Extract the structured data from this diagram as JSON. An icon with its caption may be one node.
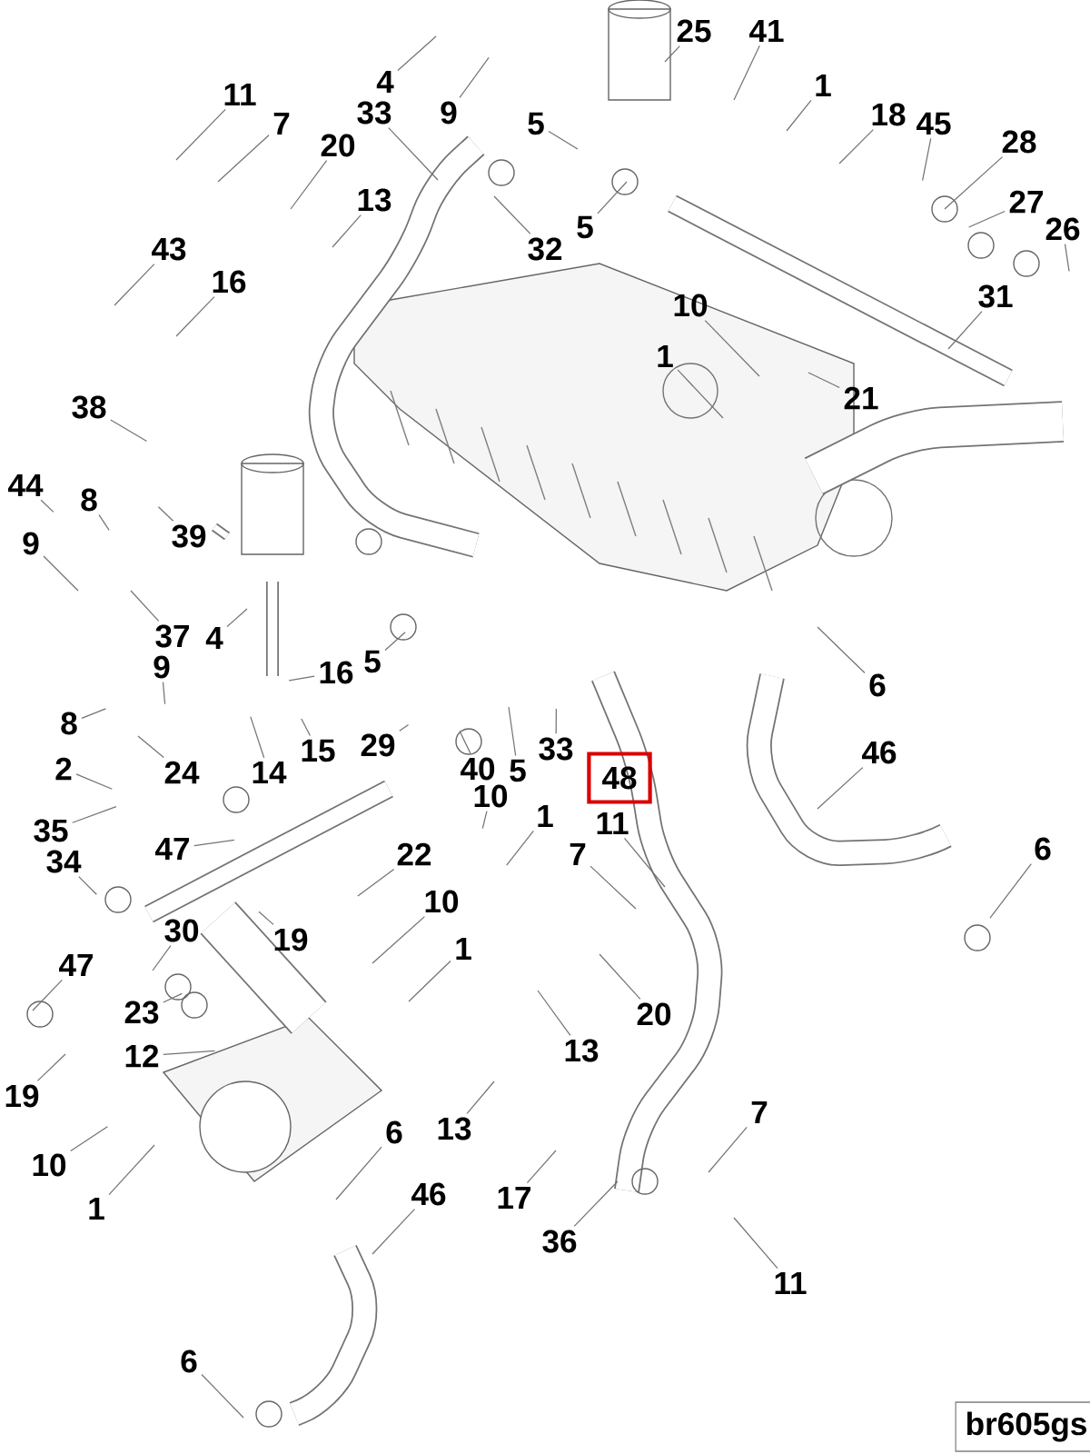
{
  "diagram": {
    "nodes": [
      {
        "text": [
          "4"
        ]
      },
      {
        "text": [
          "25"
        ]
      },
      {
        "text": [
          "41"
        ]
      },
      {
        "text": [
          "11"
        ]
      },
      {
        "text": [
          "9"
        ]
      },
      {
        "text": [
          "1"
        ]
      },
      {
        "text": [
          "7"
        ]
      },
      {
        "text": [
          "18"
        ]
      },
      {
        "text": [
          "45"
        ]
      },
      {
        "text": [
          "33"
        ]
      },
      {
        "text": [
          "20"
        ]
      },
      {
        "text": [
          "5"
        ]
      },
      {
        "text": [
          "28"
        ]
      },
      {
        "text": [
          "13"
        ]
      },
      {
        "text": [
          "43"
        ]
      },
      {
        "text": [
          "5"
        ]
      },
      {
        "text": [
          "32"
        ]
      },
      {
        "text": [
          "27"
        ]
      },
      {
        "text": [
          "26"
        ]
      },
      {
        "text": [
          "16"
        ]
      },
      {
        "text": [
          "10"
        ]
      },
      {
        "text": [
          "1"
        ]
      },
      {
        "text": [
          "31"
        ]
      },
      {
        "text": [
          "21"
        ]
      },
      {
        "text": [
          "38"
        ]
      },
      {
        "text": [
          "44"
        ]
      },
      {
        "text": [
          "8"
        ]
      },
      {
        "text": [
          "39"
        ]
      },
      {
        "text": [
          "9"
        ]
      },
      {
        "text": [
          "37"
        ]
      },
      {
        "text": [
          "4"
        ]
      },
      {
        "text": [
          "5"
        ]
      },
      {
        "text": [
          "6"
        ]
      },
      {
        "text": [
          "9"
        ]
      },
      {
        "text": [
          "16"
        ]
      },
      {
        "text": [
          "8"
        ]
      },
      {
        "text": [
          "24"
        ]
      },
      {
        "text": [
          "15"
        ]
      },
      {
        "text": [
          "14"
        ]
      },
      {
        "text": [
          "29"
        ]
      },
      {
        "text": [
          "40"
        ]
      },
      {
        "text": [
          "5"
        ]
      },
      {
        "text": [
          "33"
        ]
      },
      {
        "text": [
          "48"
        ]
      },
      {
        "text": [
          "2"
        ]
      },
      {
        "text": [
          "10"
        ]
      },
      {
        "text": [
          "46"
        ]
      },
      {
        "text": [
          "35"
        ]
      },
      {
        "text": [
          "34"
        ]
      },
      {
        "text": [
          "47"
        ]
      },
      {
        "text": [
          "22"
        ]
      },
      {
        "text": [
          "1"
        ]
      },
      {
        "text": [
          "10"
        ]
      },
      {
        "text": [
          "11"
        ]
      },
      {
        "text": [
          "7"
        ]
      },
      {
        "text": [
          "6"
        ]
      },
      {
        "text": [
          "30"
        ]
      },
      {
        "text": [
          "19"
        ]
      },
      {
        "text": [
          "1"
        ]
      },
      {
        "text": [
          "47"
        ]
      },
      {
        "text": [
          "23"
        ]
      },
      {
        "text": [
          "20"
        ]
      },
      {
        "text": [
          "12"
        ]
      },
      {
        "text": [
          "13"
        ]
      },
      {
        "text": [
          "19"
        ]
      },
      {
        "text": [
          "6"
        ]
      },
      {
        "text": [
          "13"
        ]
      },
      {
        "text": [
          "7"
        ]
      },
      {
        "text": [
          "10"
        ]
      },
      {
        "text": [
          "17"
        ]
      },
      {
        "text": [
          "46"
        ]
      },
      {
        "text": [
          "1"
        ]
      },
      {
        "text": [
          "36"
        ]
      },
      {
        "text": [
          "11"
        ]
      },
      {
        "text": [
          "6"
        ]
      },
      {
        "text": [
          "br605gs"
        ]
      }
    ],
    "edges": [
      {
        "from": 0,
        "to": null,
        "arrow": "none"
      },
      {
        "from": 1,
        "to": null,
        "arrow": "none"
      },
      {
        "from": 2,
        "to": null,
        "arrow": "none"
      },
      {
        "from": 3,
        "to": null,
        "arrow": "none"
      },
      {
        "from": 4,
        "to": null,
        "arrow": "none"
      },
      {
        "from": 5,
        "to": null,
        "arrow": "none"
      },
      {
        "from": 6,
        "to": null,
        "arrow": "none"
      },
      {
        "from": 7,
        "to": null,
        "arrow": "none"
      },
      {
        "from": 8,
        "to": null,
        "arrow": "none"
      },
      {
        "from": 9,
        "to": null,
        "arrow": "none"
      },
      {
        "from": 10,
        "to": null,
        "arrow": "none"
      },
      {
        "from": 11,
        "to": null,
        "arrow": "none"
      },
      {
        "from": 12,
        "to": null,
        "arrow": "none"
      },
      {
        "from": 13,
        "to": null,
        "arrow": "none"
      },
      {
        "from": 14,
        "to": null,
        "arrow": "none"
      },
      {
        "from": 15,
        "to": null,
        "arrow": "none"
      },
      {
        "from": 16,
        "to": null,
        "arrow": "none"
      },
      {
        "from": 17,
        "to": null,
        "arrow": "none"
      },
      {
        "from": 18,
        "to": null,
        "arrow": "none"
      },
      {
        "from": 19,
        "to": null,
        "arrow": "none"
      },
      {
        "from": 20,
        "to": null,
        "arrow": "none"
      },
      {
        "from": 21,
        "to": null,
        "arrow": "none"
      },
      {
        "from": 22,
        "to": null,
        "arrow": "none"
      },
      {
        "from": 23,
        "to": null,
        "arrow": "none"
      },
      {
        "from": 24,
        "to": null,
        "arrow": "none"
      },
      {
        "from": 25,
        "to": null,
        "arrow": "none"
      },
      {
        "from": 26,
        "to": null,
        "arrow": "none"
      },
      {
        "from": 27,
        "to": null,
        "arrow": "none"
      },
      {
        "from": 28,
        "to": null,
        "arrow": "none"
      },
      {
        "from": 29,
        "to": null,
        "arrow": "none"
      },
      {
        "from": 30,
        "to": null,
        "arrow": "none"
      },
      {
        "from": 31,
        "to": null,
        "arrow": "none"
      },
      {
        "from": 32,
        "to": null,
        "arrow": "none"
      },
      {
        "from": 33,
        "to": null,
        "arrow": "none"
      },
      {
        "from": 34,
        "to": null,
        "arrow": "none"
      },
      {
        "from": 35,
        "to": null,
        "arrow": "none"
      },
      {
        "from": 36,
        "to": null,
        "arrow": "none"
      },
      {
        "from": 37,
        "to": null,
        "arrow": "none"
      },
      {
        "from": 38,
        "to": null,
        "arrow": "none"
      },
      {
        "from": 39,
        "to": null,
        "arrow": "none"
      },
      {
        "from": 40,
        "to": null,
        "arrow": "none"
      },
      {
        "from": 41,
        "to": null,
        "arrow": "none"
      },
      {
        "from": 42,
        "to": null,
        "arrow": "none"
      },
      {
        "from": 44,
        "to": null,
        "arrow": "none"
      },
      {
        "from": 45,
        "to": null,
        "arrow": "none"
      },
      {
        "from": 46,
        "to": null,
        "arrow": "none"
      },
      {
        "from": 47,
        "to": null,
        "arrow": "none"
      },
      {
        "from": 48,
        "to": null,
        "arrow": "none"
      },
      {
        "from": 49,
        "to": null,
        "arrow": "none"
      },
      {
        "from": 50,
        "to": null,
        "arrow": "none"
      },
      {
        "from": 51,
        "to": null,
        "arrow": "none"
      },
      {
        "from": 52,
        "to": null,
        "arrow": "none"
      },
      {
        "from": 53,
        "to": null,
        "arrow": "none"
      },
      {
        "from": 54,
        "to": null,
        "arrow": "none"
      },
      {
        "from": 55,
        "to": null,
        "arrow": "none"
      },
      {
        "from": 56,
        "to": null,
        "arrow": "none"
      },
      {
        "from": 57,
        "to": null,
        "arrow": "none"
      },
      {
        "from": 58,
        "to": null,
        "arrow": "none"
      },
      {
        "from": 59,
        "to": null,
        "arrow": "none"
      },
      {
        "from": 60,
        "to": null,
        "arrow": "none"
      },
      {
        "from": 61,
        "to": null,
        "arrow": "none"
      },
      {
        "from": 62,
        "to": null,
        "arrow": "none"
      },
      {
        "from": 63,
        "to": null,
        "arrow": "none"
      },
      {
        "from": 64,
        "to": null,
        "arrow": "none"
      },
      {
        "from": 65,
        "to": null,
        "arrow": "none"
      },
      {
        "from": 66,
        "to": null,
        "arrow": "none"
      },
      {
        "from": 67,
        "to": null,
        "arrow": "none"
      },
      {
        "from": 68,
        "to": null,
        "arrow": "none"
      },
      {
        "from": 69,
        "to": null,
        "arrow": "none"
      },
      {
        "from": 70,
        "to": null,
        "arrow": "none"
      },
      {
        "from": 71,
        "to": null,
        "arrow": "none"
      },
      {
        "from": 72,
        "to": null,
        "arrow": "none"
      },
      {
        "from": 73,
        "to": null,
        "arrow": "none"
      },
      {
        "from": 74,
        "to": null,
        "arrow": "none"
      }
    ]
  }
}
